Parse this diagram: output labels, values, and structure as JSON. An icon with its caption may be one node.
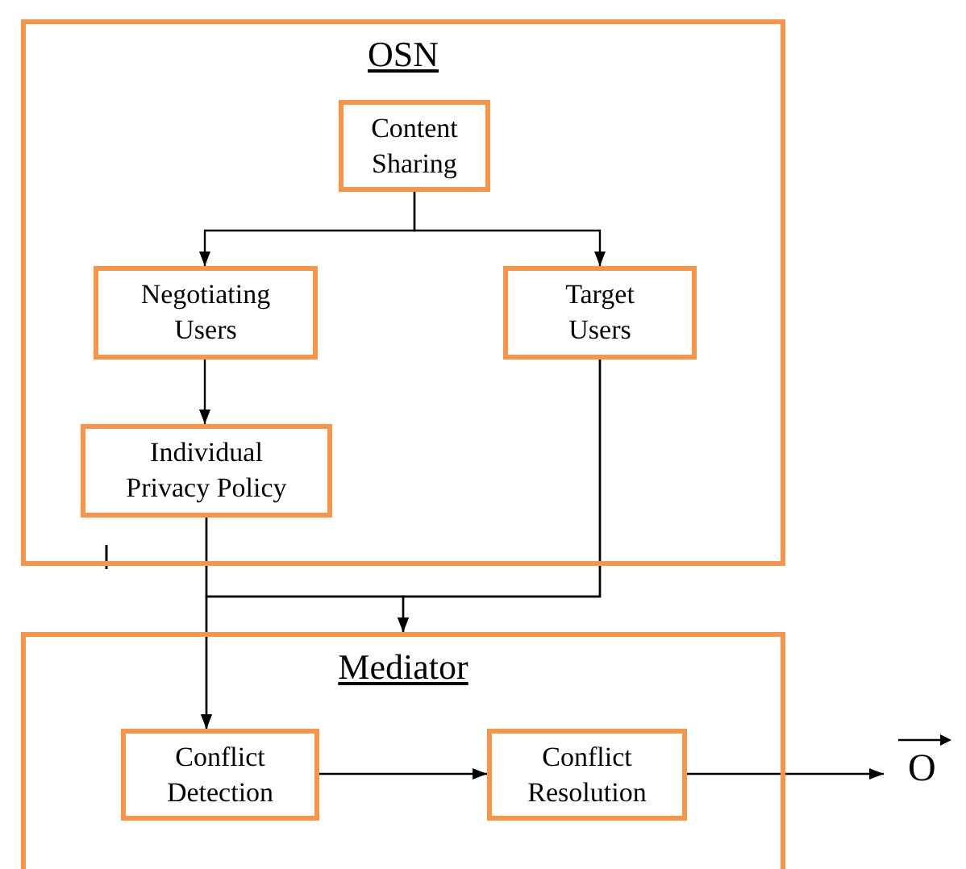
{
  "diagram": {
    "nodes": [
      {
        "text": [
          "OSN"
        ]
      },
      {
        "text": [
          "Content Sharing"
        ],
        "in": 0
      },
      {
        "text": [
          "Negotiating Users"
        ],
        "in": 0
      },
      {
        "text": [
          "Target Users"
        ],
        "in": 0
      },
      {
        "text": [
          "Individual Privacy Policy"
        ],
        "in": 0
      },
      {
        "text": [
          "Mediator"
        ]
      },
      {
        "text": [
          "Conflict Detection"
        ],
        "in": 5
      },
      {
        "text": [
          "Conflict Resolution"
        ],
        "in": 5
      },
      {
        "text": [
          "O"
        ]
      }
    ],
    "edges": [
      {
        "from": 1,
        "to": 2,
        "arrow": "to"
      },
      {
        "from": 1,
        "to": 3,
        "arrow": "to"
      },
      {
        "from": 2,
        "to": 4,
        "arrow": "to"
      },
      {
        "from": 4,
        "to": 5,
        "arrow": "to"
      },
      {
        "from": 3,
        "to": 5,
        "arrow": "to"
      },
      {
        "from": 4,
        "to": 6,
        "arrow": "to"
      },
      {
        "from": 3,
        "to": 6,
        "arrow": "to"
      },
      {
        "from": 6,
        "to": 7,
        "arrow": "to"
      },
      {
        "from": 7,
        "to": 8,
        "arrow": "to"
      }
    ]
  }
}
